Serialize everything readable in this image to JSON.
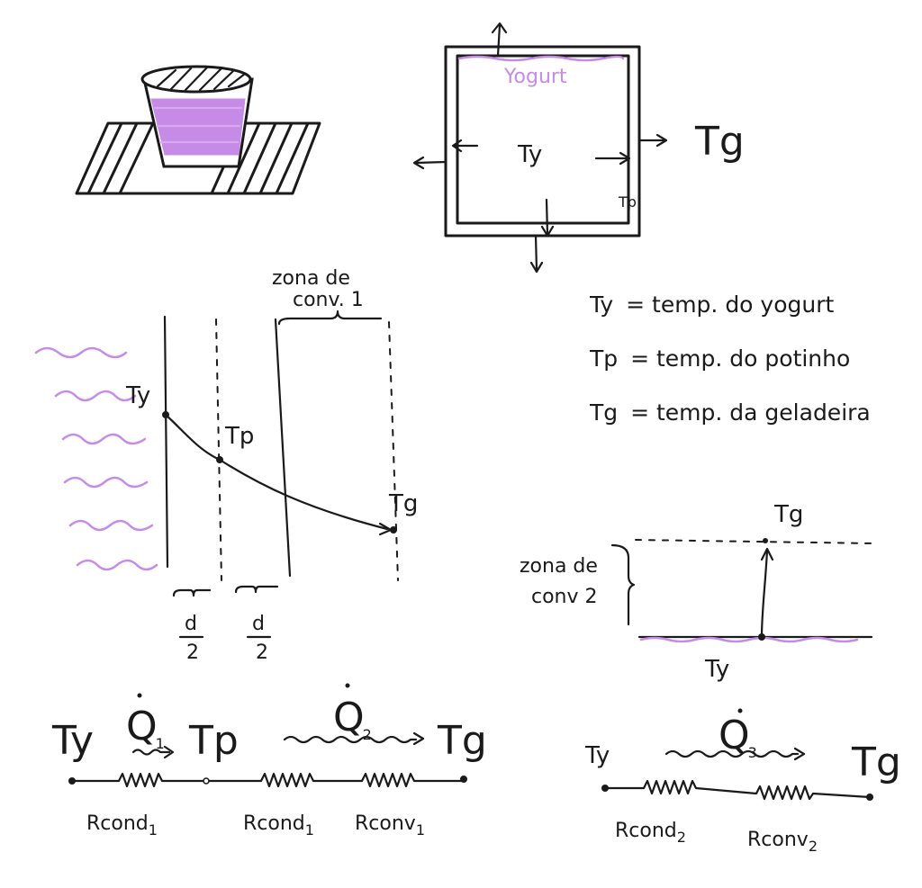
{
  "yogurt_box": {
    "content_label": "Yogurt",
    "inner_temp": "Ty",
    "wall_temp": "Tp",
    "outside_temp": "Tg"
  },
  "legend": [
    {
      "symbol": "Ty",
      "text": "= temp. do yogurt"
    },
    {
      "symbol": "Tp",
      "text": "= temp. do potinho"
    },
    {
      "symbol": "Tg",
      "text": "= temp. da geladeira"
    }
  ],
  "profile": {
    "zone_label_line1": "zona de",
    "zone_label_line2": "conv. 1",
    "ty": "Ty",
    "tp": "Tp",
    "tg": "Tg",
    "d_num": "d",
    "d_den": "2"
  },
  "zone2": {
    "label_line1": "zona de",
    "label_line2": "conv 2",
    "top": "Tg",
    "bottom": "Ty"
  },
  "circuit1": {
    "t_left": "Ty",
    "q1": "Q",
    "q1_sub": "1",
    "t_mid": "Tp",
    "q2": "Q",
    "q2_sub": "2",
    "t_right": "Tg",
    "r1": "Rcond",
    "r1_sub": "1",
    "r2": "Rcond",
    "r2_sub": "1",
    "r3": "Rconv",
    "r3_sub": "1"
  },
  "circuit2": {
    "t_left": "Ty",
    "q3": "Q",
    "q3_sub": "3",
    "t_right": "Tg",
    "r1": "Rcond",
    "r1_sub": "2",
    "r2": "Rconv",
    "r2_sub": "2"
  }
}
